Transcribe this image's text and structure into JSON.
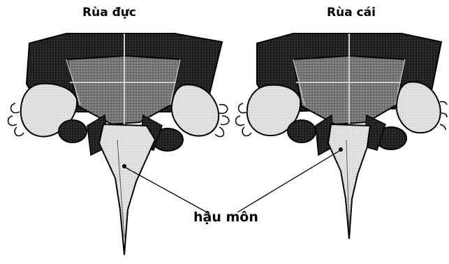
{
  "labels": {
    "male": "Rùa đực",
    "female": "Rùa cái",
    "anus": "hậu môn"
  },
  "colors": {
    "ink": "#000000",
    "shell_dark": "#1a1a1a",
    "shell_mid": "#5a5a5a",
    "skin_light": "#e8e8e8"
  }
}
